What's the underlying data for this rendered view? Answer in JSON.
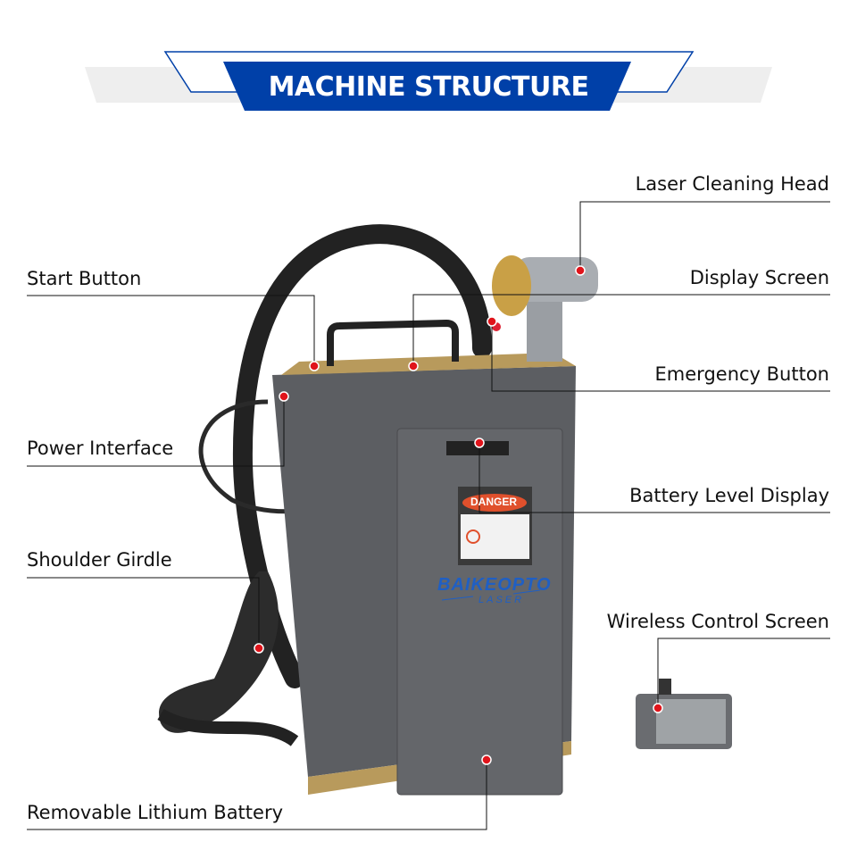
{
  "header": {
    "title": "MACHINE STRUCTURE"
  },
  "product": {
    "brand": "BAIKEOPTO",
    "brand_sub": "LASER",
    "warning": "DANGER"
  },
  "labels": {
    "laser_head": "Laser Cleaning Head",
    "start_button": "Start Button",
    "display_screen": "Display Screen",
    "emergency_button": "Emergency Button",
    "power_interface": "Power Interface",
    "battery_level": "Battery Level Display",
    "shoulder_girdle": "Shoulder Girdle",
    "wireless_screen": "Wireless Control Screen",
    "battery": "Removable Lithium Battery"
  },
  "colors": {
    "accent": "#0040a8",
    "banner_gray": "#eeeeee",
    "marker": "#e0141b",
    "body": "#5c5e62"
  }
}
